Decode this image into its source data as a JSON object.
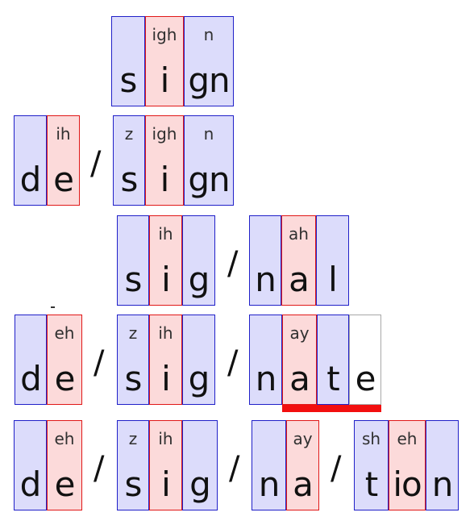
{
  "rows": [
    {
      "units": [
        {
          "g": "s",
          "p": "",
          "t": "c"
        },
        {
          "g": "i",
          "p": "igh",
          "t": "v"
        },
        {
          "g": "gn",
          "p": "n",
          "t": "c"
        }
      ]
    },
    {
      "units": [
        {
          "g": "d",
          "p": "",
          "t": "c"
        },
        {
          "g": "e",
          "p": "ih",
          "t": "v"
        },
        {
          "g": "/",
          "t": "sep"
        },
        {
          "g": "s",
          "p": "z",
          "t": "c"
        },
        {
          "g": "i",
          "p": "igh",
          "t": "v"
        },
        {
          "g": "gn",
          "p": "n",
          "t": "c"
        }
      ]
    },
    {
      "units": [
        {
          "g": "s",
          "p": "",
          "t": "c"
        },
        {
          "g": "i",
          "p": "ih",
          "t": "v"
        },
        {
          "g": "g",
          "p": "",
          "t": "c"
        },
        {
          "g": "/",
          "t": "sep"
        },
        {
          "g": "n",
          "p": "",
          "t": "c"
        },
        {
          "g": "a",
          "p": "ah",
          "t": "v"
        },
        {
          "g": "l",
          "p": "",
          "t": "c"
        }
      ]
    },
    {
      "units": [
        {
          "g": "d",
          "p": "",
          "t": "c"
        },
        {
          "g": "e",
          "p": "eh",
          "t": "v"
        },
        {
          "g": "/",
          "t": "sep"
        },
        {
          "g": "s",
          "p": "z",
          "t": "c"
        },
        {
          "g": "i",
          "p": "ih",
          "t": "v"
        },
        {
          "g": "g",
          "p": "",
          "t": "c"
        },
        {
          "g": "/",
          "t": "sep"
        },
        {
          "g": "n",
          "p": "",
          "t": "c"
        },
        {
          "g": "a",
          "p": "ay",
          "t": "v"
        },
        {
          "g": "t",
          "p": "",
          "t": "c"
        },
        {
          "g": "e",
          "p": "",
          "t": "silent"
        }
      ]
    },
    {
      "units": [
        {
          "g": "d",
          "p": "",
          "t": "c"
        },
        {
          "g": "e",
          "p": "eh",
          "t": "v"
        },
        {
          "g": "/",
          "t": "sep"
        },
        {
          "g": "s",
          "p": "z",
          "t": "c"
        },
        {
          "g": "i",
          "p": "ih",
          "t": "v"
        },
        {
          "g": "g",
          "p": "",
          "t": "c"
        },
        {
          "g": "/",
          "t": "sep"
        },
        {
          "g": "n",
          "p": "",
          "t": "c"
        },
        {
          "g": "a",
          "p": "ay",
          "t": "v"
        },
        {
          "g": "/",
          "t": "sep"
        },
        {
          "g": "t",
          "p": "sh",
          "t": "c"
        },
        {
          "g": "io",
          "p": "eh",
          "t": "v"
        },
        {
          "g": "n",
          "p": "",
          "t": "c"
        }
      ]
    }
  ],
  "colors": {
    "consonant_fill": "#dcdcfb",
    "consonant_border": "#2020c8",
    "vowel_fill": "#fcdada",
    "vowel_border": "#e01818",
    "silent_border": "#a8a8a8",
    "underline": "#f20f0f"
  }
}
